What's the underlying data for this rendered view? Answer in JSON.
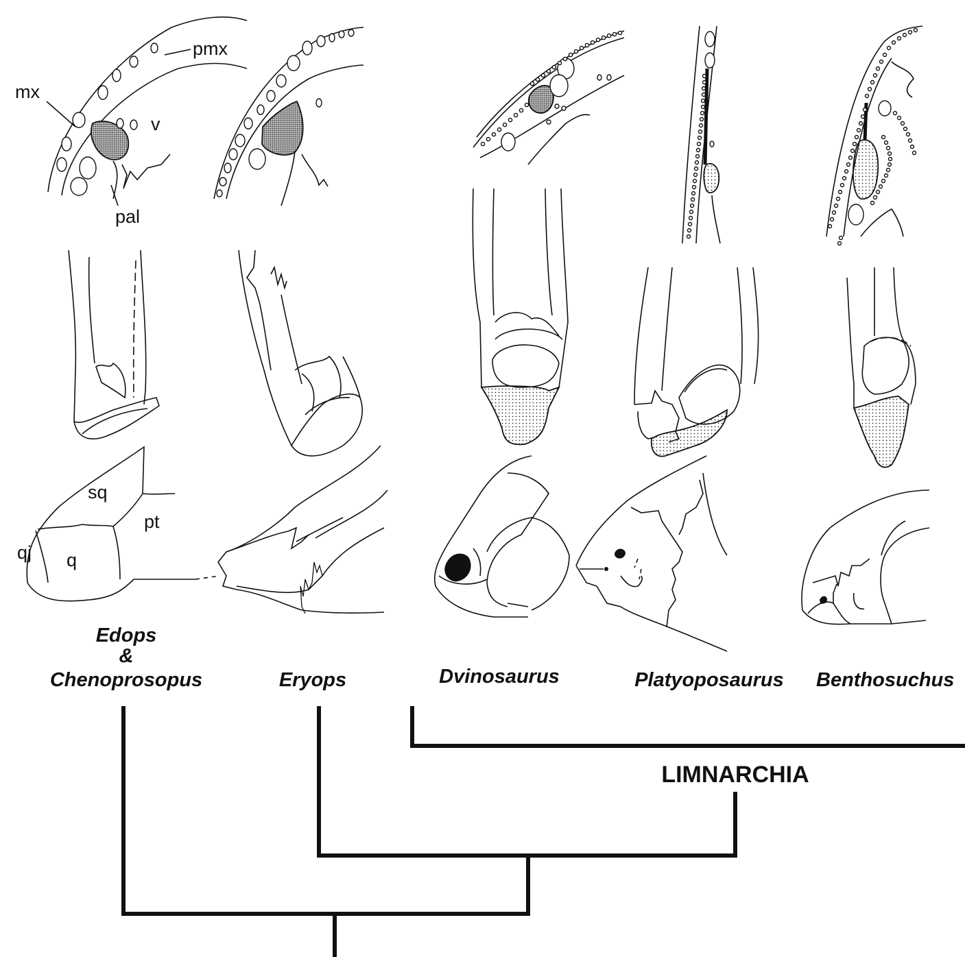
{
  "anatomy_labels": {
    "pmx": "pmx",
    "mx": "mx",
    "v": "v",
    "pal": "pal",
    "sq": "sq",
    "pt": "pt",
    "qj": "qj",
    "q": "q"
  },
  "taxa": {
    "edops_line1": "Edops",
    "edops_line2": "&",
    "edops_line3": "Chenoprosopus",
    "eryops": "Eryops",
    "dvinosaurus": "Dvinosaurus",
    "platyoposaurus": "Platyoposaurus",
    "benthosuchus": "Benthosuchus"
  },
  "clade": "LIMNARCHIA"
}
